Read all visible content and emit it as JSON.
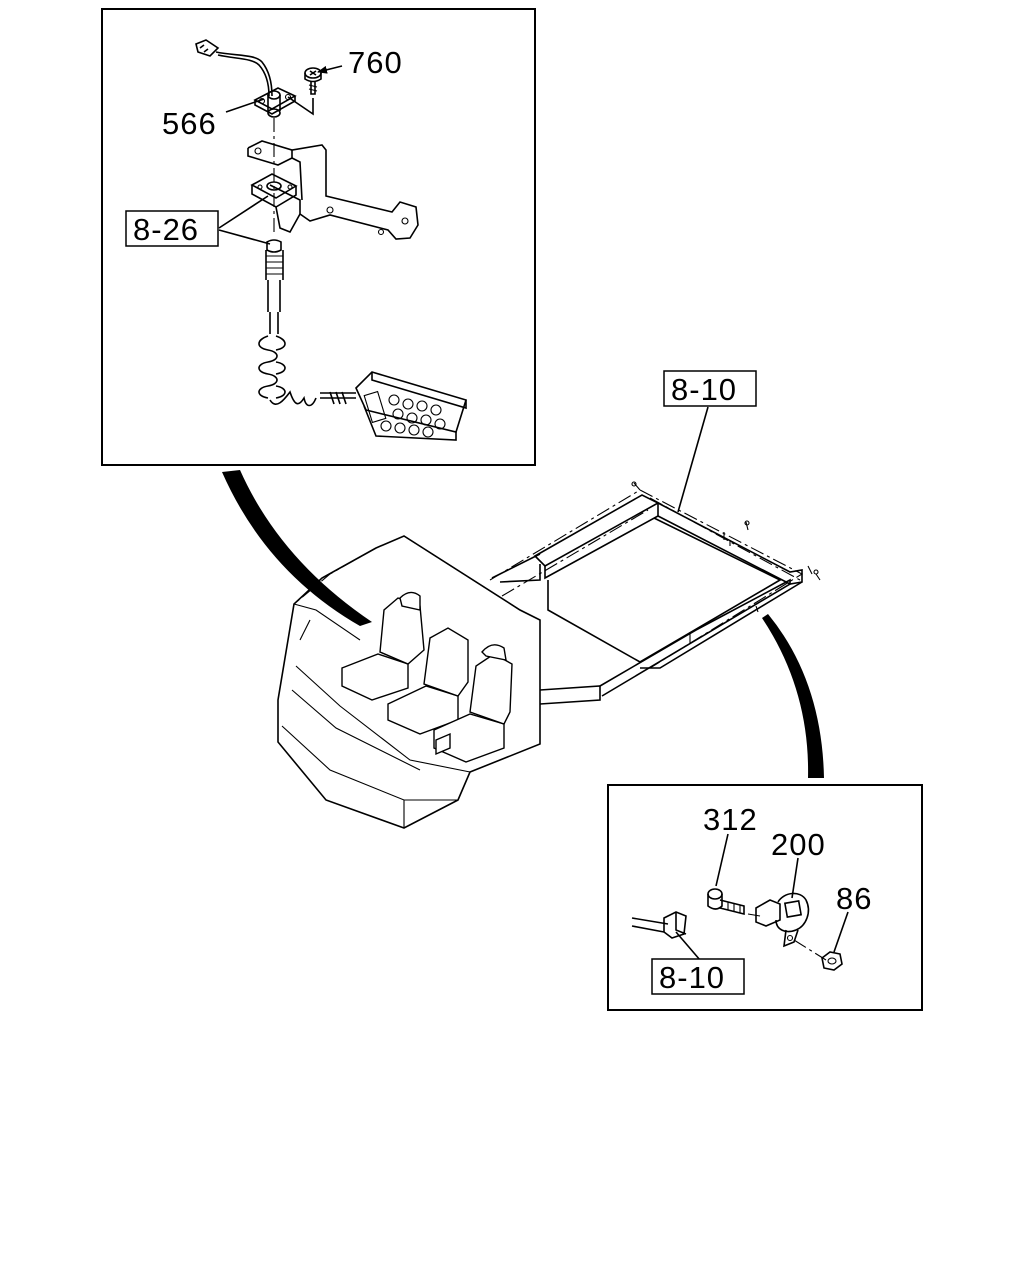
{
  "callouts": {
    "screw_760": "760",
    "bracket_566": "566",
    "ref_8_26": "8-26",
    "ref_8_10_frame": "8-10",
    "bolt_312": "312",
    "switch_200": "200",
    "nut_86": "86",
    "ref_8_10_detail": "8-10"
  },
  "icons": {
    "leader_arrow": "arrowhead",
    "zoom_pointer": "curved-callout-pointer"
  },
  "colors": {
    "ink": "#000000",
    "paper": "#ffffff"
  }
}
